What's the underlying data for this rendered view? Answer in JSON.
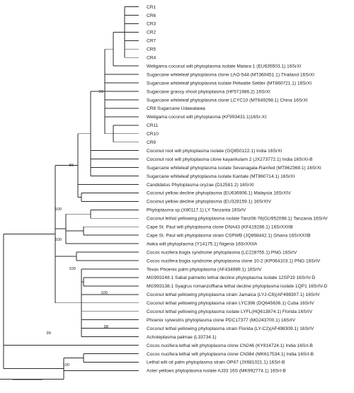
{
  "tree": {
    "taxa": [
      "CR1",
      "CR6",
      "CR3",
      "CR2",
      "CR7",
      "CR5",
      "CR4",
      "Weligama coconut wilt phytoplasma isolate Matara 1 (EU635503.1) 16SrXI",
      "Sugarcane whiteleaf phytoplasma clone LAO-544 (MT360451.1) Thailand 16SrXI",
      "Sugarcane whiteleaf phytoplasma isolate Pelwatte Settler (MT860721.1) 16SrXI",
      "Sugarcane grassy shoot phytoplasma (HF571986.2) 16SrXI",
      "Sugarcane whiteleaf phytoplasma clone LCYC10 (MT649298.1) China 16SrXI",
      "CR8 Sugarcane Udawalawa",
      "Weligama coconut wilt phytoplasma (KF993431.1)16Sr-XI",
      "CR11",
      "CR10",
      "CR9",
      "Coconut root wilt phytoplasma isolate (GQ850122.1) India 16SrXI",
      "Coconut root wilt phytoplasma clone kayankulam 2 (JX273772.1) India 16SrXI-B",
      "Sugarcane whiteleaf phytoplasma isolate Sevanagala-Rainfed (MT862368.1) 16SrXI",
      "Sugarcane whiteleaf phytoplasma isolate Kantale (MT860714.1) 16SrXI",
      "Candidatus Phytoplasma oryzae (D12581.2) 16SrXI",
      "Coconut yellow decline phytoplasma (EU636906.1) Malaysia 16SrXIV",
      "Coconut yellow decline phytoplasma (EU328159.1) 16SrXIV",
      "Phytoplasma sp.(X80117.1) LY Tanzania 16SrIV",
      "Coconut lethal yellowing phytoplasma isolate Tanz08-78(GU952098.1) Tanzania 16SrIV",
      "Cape St. Paul wilt phytoplasma clone DNA43 (KF419286.1) 16SrXXIIB",
      "Cape St. Paul wilt phytoplasma strain CSPWB (JQ868442.1) Ghana 16SrXXIIB",
      "Awka wilt phytoplasma (Y14175.1) Nigeria 16SrXXIIA",
      "Cocos nucifera bogia syndrome phytoplasma (LC228755.1) PNG 16SrIV",
      "Cocos nucifera bogia syndrome phytoplasma clone 10-2 (KP064103.1) PNG 16SrIV",
      "Texas Phoenix palm phytoplasma (AF434989.1) 16SrIV",
      "MG993148.1 Sabal palmetto lethal decline phytoplasma isolate 12SP19 16SrIV-D",
      "MG993138.1 Syagrus romanzoffiana lethal decline phytoplasma isolate 1QP1 16SrIV-D",
      "Coconut lethal yellowing phytoplasma strain Jamaica (LYJ-C8)(AF498307.1) 16SrIV",
      "Coconut lethal yellowing phytoplasma strain LYC396 (DQ645636.1) Cuba 16SrIV",
      "Coconut lethal yellowing phytoplasma isolate LYFL(HQ613874.1) Florida 16SrIV",
      "Phoenix sylvestris phytoplasma clone PDC17377 (MG243700.1) 16SrIV",
      "Coconut lethal yellowing phytoplasma strain Florida (LY-C2)(AF498309.1) 16SrIV",
      "Acholeplasma palmae (L33734.1)",
      "Cocos nucifera lethal wilt phytoplasma clone CN246 (KY814724.1) India 16SrI-B",
      "Cocos nucifera lethal wilt phytoplasma clone CN384 (MK617534.1) India 16SrI-B",
      "Lethal wilt oil palm phytoplasma strain OP47 (JX681021.1) 16SrI-B",
      "Aster yellows phytoplasma isolate AJ33 16S (MK992774.1) 16SrI-B"
    ],
    "bootstrap": [
      "93",
      "89",
      "100",
      "100",
      "100",
      "100",
      "98",
      "99",
      "100"
    ]
  }
}
